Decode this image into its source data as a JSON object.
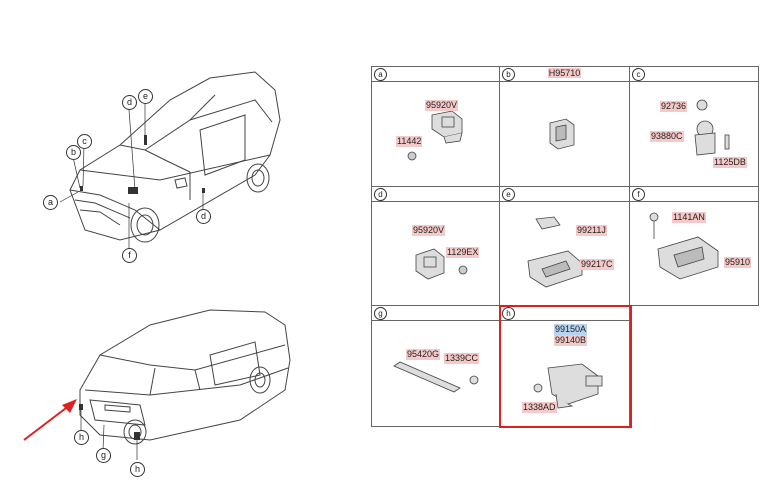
{
  "callouts": {
    "front": [
      "d",
      "e",
      "c",
      "b",
      "a",
      "d",
      "f"
    ],
    "rear": [
      "h",
      "g",
      "h"
    ]
  },
  "cells": [
    {
      "letter": "a",
      "header_part": "",
      "parts": [
        "95920V",
        "11442"
      ]
    },
    {
      "letter": "b",
      "header_part": "H95710",
      "parts": []
    },
    {
      "letter": "c",
      "header_part": "",
      "parts": [
        "92736",
        "93880C",
        "1125DB"
      ]
    },
    {
      "letter": "d",
      "header_part": "",
      "parts": [
        "95920V",
        "1129EX"
      ]
    },
    {
      "letter": "e",
      "header_part": "",
      "parts": [
        "99211J",
        "99217C"
      ]
    },
    {
      "letter": "f",
      "header_part": "",
      "parts": [
        "1141AN",
        "95910"
      ]
    },
    {
      "letter": "g",
      "header_part": "",
      "parts": [
        "95420G",
        "1339CC"
      ]
    },
    {
      "letter": "h",
      "header_part": "",
      "parts": [
        "99150A",
        "99140B",
        "1338AD"
      ]
    }
  ],
  "colors": {
    "highlight": "#e02020",
    "arrow": "#e02020",
    "label_bg": "#f6c9c9",
    "selected_bg": "#b7d3f2"
  }
}
